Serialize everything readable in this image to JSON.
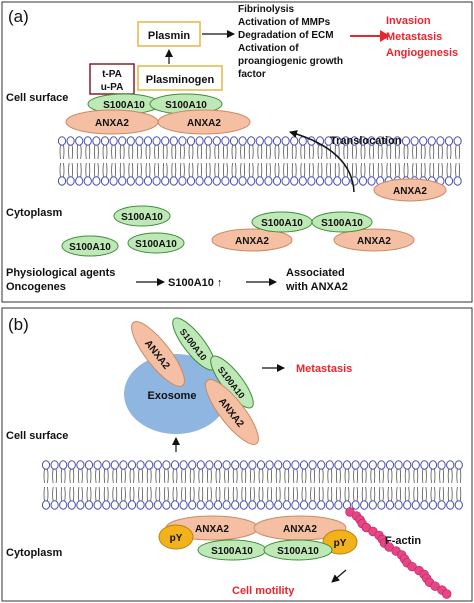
{
  "panel_a": {
    "label": "(a)",
    "plasmin": "Plasmin",
    "plasminogen": "Plasminogen",
    "tpa": "t-PA",
    "upa": "u-PA",
    "effects": [
      "Fibrinolysis",
      "Activation of MMPs",
      "Degradation of ECM",
      "Activation of",
      "proangiogenic growth",
      "factor"
    ],
    "outcomes": [
      "Invasion",
      "Metastasis",
      "Angiogenesis"
    ],
    "cell_surface": "Cell surface",
    "cytoplasm": "Cytoplasm",
    "s100a10": "S100A10",
    "anxa2": "ANXA2",
    "translocation": "Translocation",
    "agents": [
      "Physiological agents",
      "Oncogenes"
    ],
    "s100_up": "S100A10 ↑",
    "associated": [
      "Associated",
      "with ANXA2"
    ]
  },
  "panel_b": {
    "label": "(b)",
    "exosome": "Exosome",
    "metastasis": "Metastasis",
    "cell_surface": "Cell surface",
    "cytoplasm": "Cytoplasm",
    "py": "pY",
    "anxa2": "ANXA2",
    "s100a10": "S100A10",
    "factin": "F-actin",
    "motility": "Cell motility"
  },
  "colors": {
    "anxa2_fill": "#f4bfa2",
    "s100_fill": "#bfe8b7",
    "py_fill": "#f2b21b",
    "exosome_fill": "#8fb6e0",
    "factin_fill": "#e94586",
    "accent_red": "#e8262e",
    "box_border": "#e8b640",
    "tpa_border": "#8b1d2c",
    "membrane_head": "#4a52b0"
  }
}
